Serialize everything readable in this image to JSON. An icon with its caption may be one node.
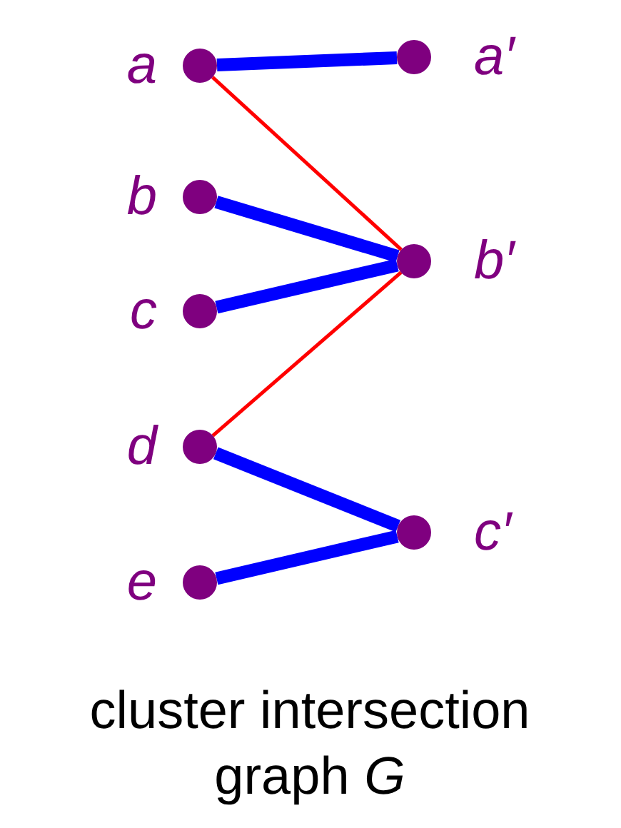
{
  "diagram": {
    "caption": "cluster intersection graph *G*",
    "nodes": [
      {
        "text": [],
        "shape": "circle",
        "beside": [
          "a"
        ]
      },
      {
        "text": [],
        "shape": "circle",
        "beside": [
          "a′"
        ]
      },
      {
        "text": [],
        "shape": "circle",
        "beside": [
          "b"
        ]
      },
      {
        "text": [],
        "shape": "circle",
        "beside": [
          "b′"
        ]
      },
      {
        "text": [],
        "shape": "circle",
        "beside": [
          "c"
        ]
      },
      {
        "text": [],
        "shape": "circle",
        "beside": [
          "d"
        ]
      },
      {
        "text": [],
        "shape": "circle",
        "beside": [
          "c′"
        ]
      },
      {
        "text": [],
        "shape": "circle",
        "beside": [
          "e"
        ]
      }
    ],
    "edges": [
      {
        "from": 0,
        "to": 1,
        "arrow": "none"
      },
      {
        "from": 0,
        "to": 3,
        "arrow": "none",
        "color": "#ff0000"
      },
      {
        "from": 2,
        "to": 3,
        "arrow": "none"
      },
      {
        "from": 4,
        "to": 3,
        "arrow": "none"
      },
      {
        "from": 5,
        "to": 3,
        "arrow": "none",
        "color": "#ff0000"
      },
      {
        "from": 5,
        "to": 6,
        "arrow": "none"
      },
      {
        "from": 7,
        "to": 6,
        "arrow": "none"
      }
    ]
  }
}
